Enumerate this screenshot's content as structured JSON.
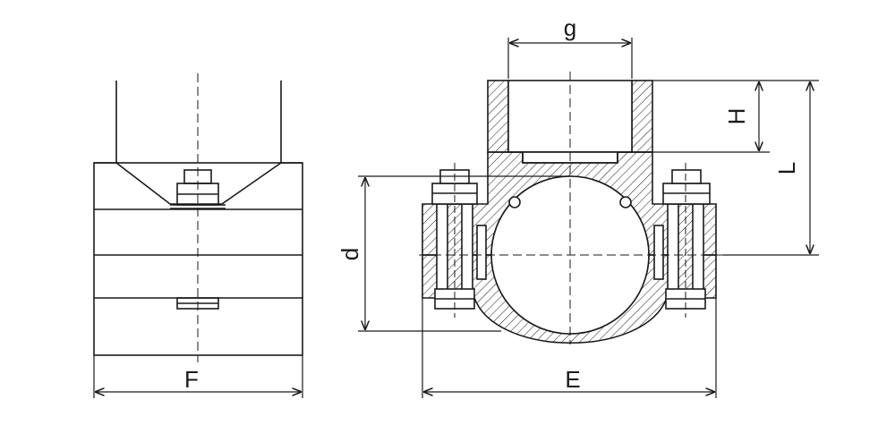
{
  "dimensions": {
    "g": "g",
    "H": "H",
    "L": "L",
    "d": "d",
    "E": "E",
    "F": "F"
  },
  "colors": {
    "line": "#1a1a1a",
    "hatch": "#1a1a1a",
    "background": "#ffffff"
  }
}
